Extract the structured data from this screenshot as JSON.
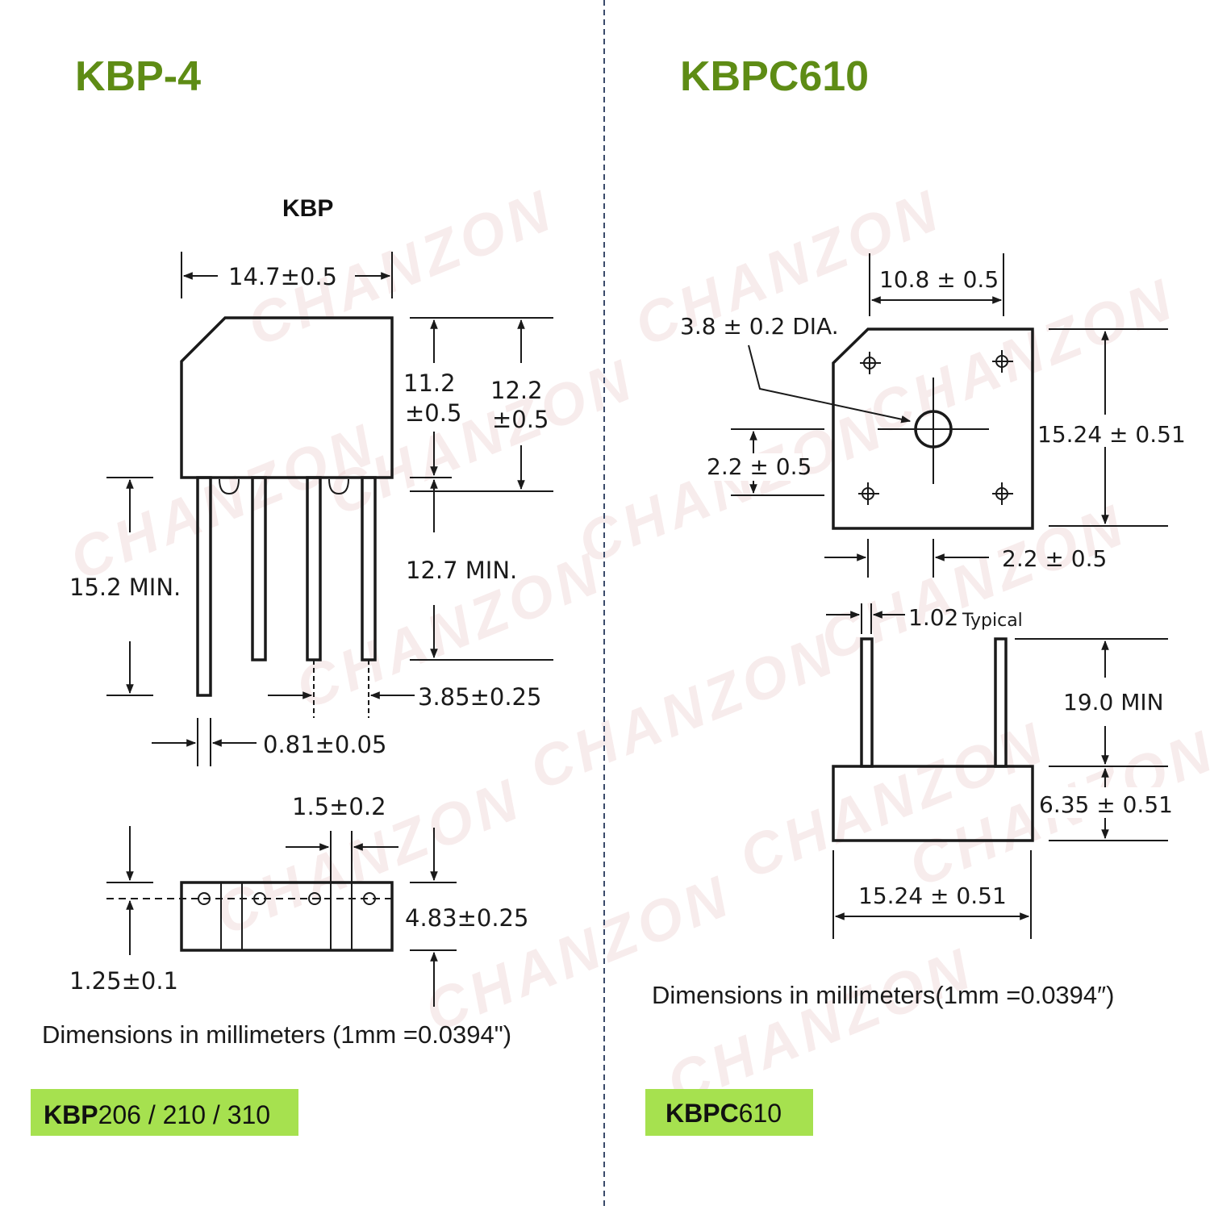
{
  "left": {
    "title": "KBP-4",
    "subtitle": "KBP",
    "dims": {
      "width": "14.7±0.5",
      "body_h1": "11.2",
      "body_h1_tol": "±0.5",
      "body_h2": "12.2",
      "body_h2_tol": "±0.5",
      "lead_len": "15.2 MIN.",
      "lead_len2": "12.7 MIN.",
      "pitch": "3.85±0.25",
      "lead_w": "0.81±0.05",
      "top_gap": "1.5±0.2",
      "thickness": "4.83±0.25",
      "offset": "1.25±0.1"
    },
    "note": "Dimensions in millimeters (1mm =0.0394\")",
    "tag_bold": "KBP",
    "tag_rest": "206 / 210 / 310"
  },
  "right": {
    "title": "KBPC610",
    "dims": {
      "hole_spacing": "10.8  ± 0.5",
      "hole_dia": "3.8 ± 0.2  DIA.",
      "height": "15.24  ±  0.51",
      "v_offset": "2.2 ± 0.5",
      "h_offset": "2.2 ± 0.5",
      "lead_w": "1.02",
      "lead_w_note": "Typical",
      "lead_len": "19.0  MIN",
      "thickness": "6.35  ±  0.51",
      "width": "15.24  ±  0.51"
    },
    "note": "Dimensions in millimeters(1mm =0.0394″)",
    "tag_bold": "KBPC",
    "tag_rest": "610"
  },
  "watermark": "CHANZON",
  "colors": {
    "title_green": "#5e8c15",
    "tag_green": "#a6e14f",
    "divider": "#3a4a6a"
  }
}
